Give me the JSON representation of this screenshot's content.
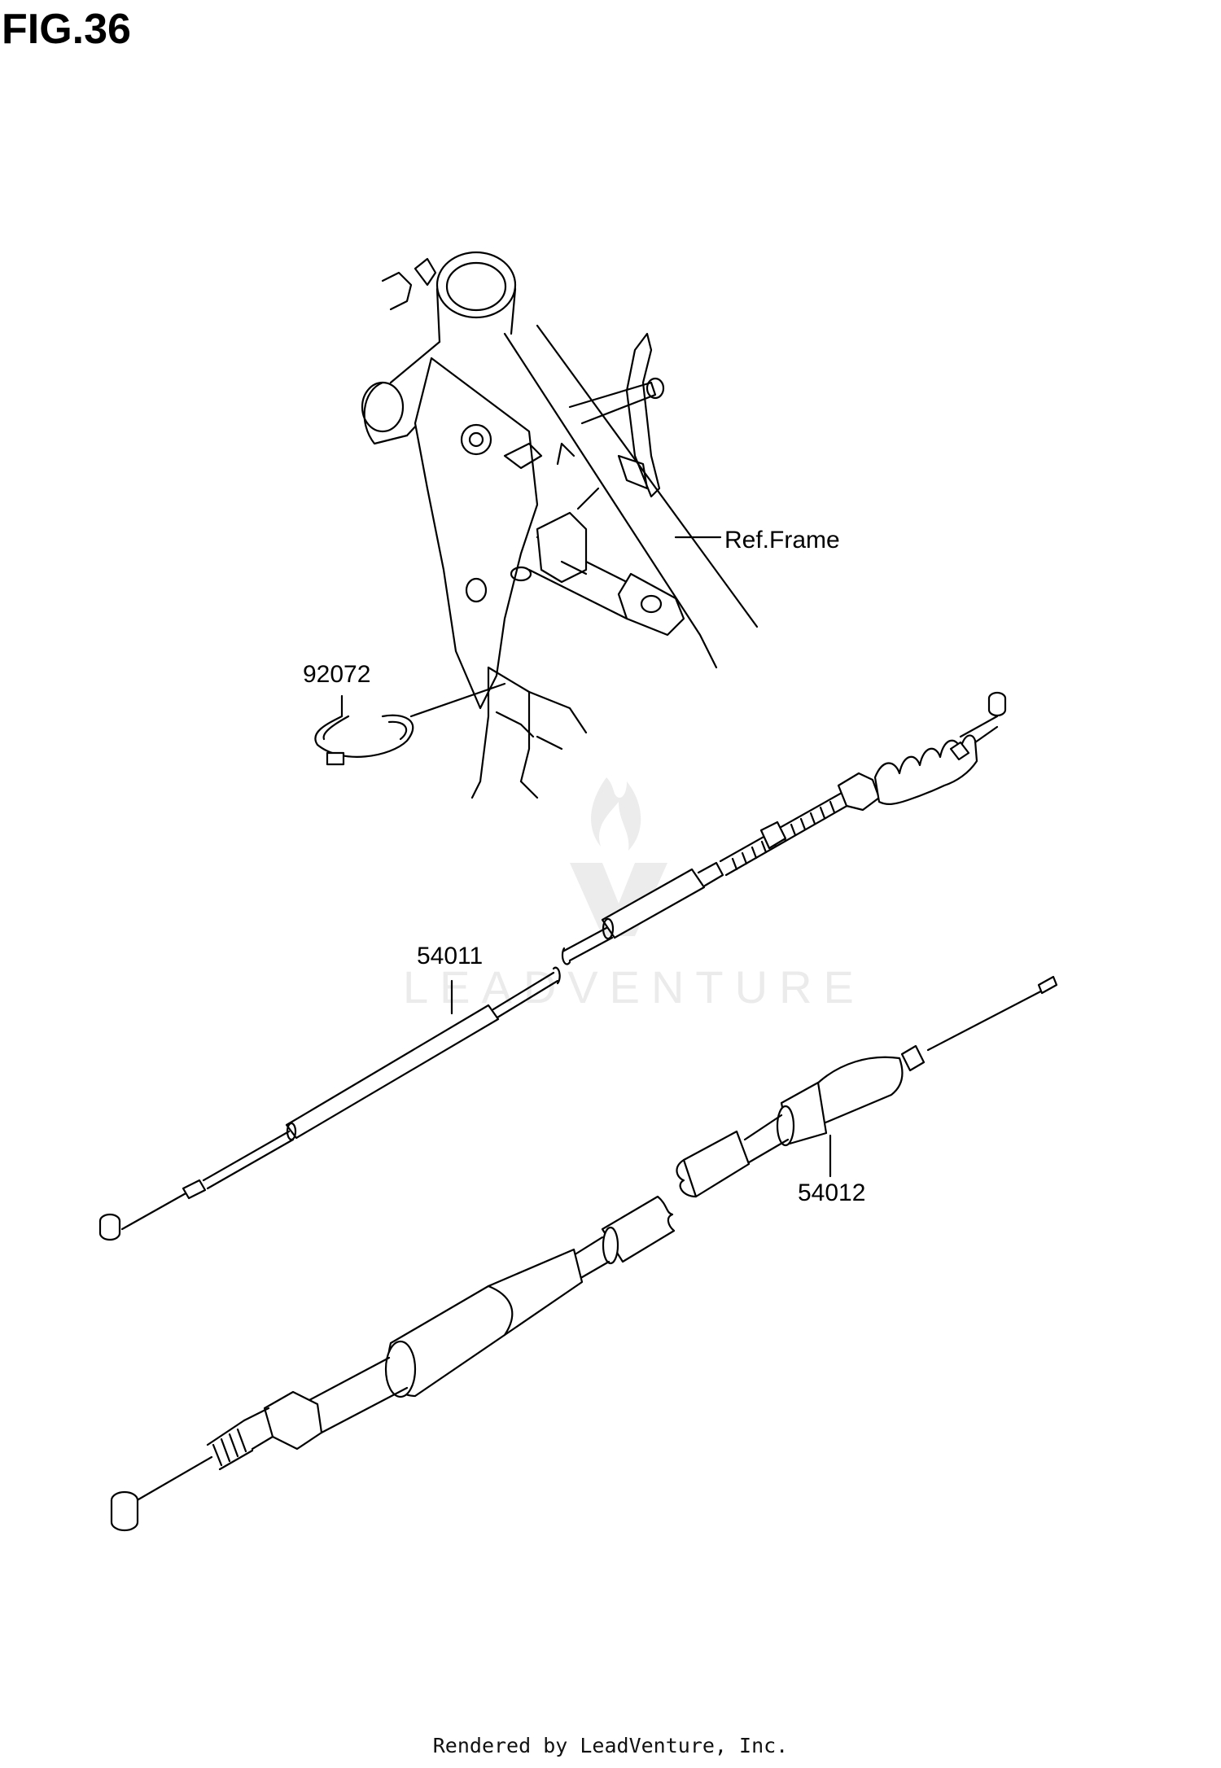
{
  "figure": {
    "title": "FIG.36",
    "footer": "Rendered by LeadVenture, Inc."
  },
  "watermark": {
    "text": "LEADVENTURE"
  },
  "callouts": {
    "frame": "Ref.Frame",
    "band": "92072",
    "cable_upper": "54011",
    "cable_lower": "54012"
  },
  "colors": {
    "line": "#000000",
    "background": "#ffffff",
    "watermark": "#ebebeb"
  }
}
